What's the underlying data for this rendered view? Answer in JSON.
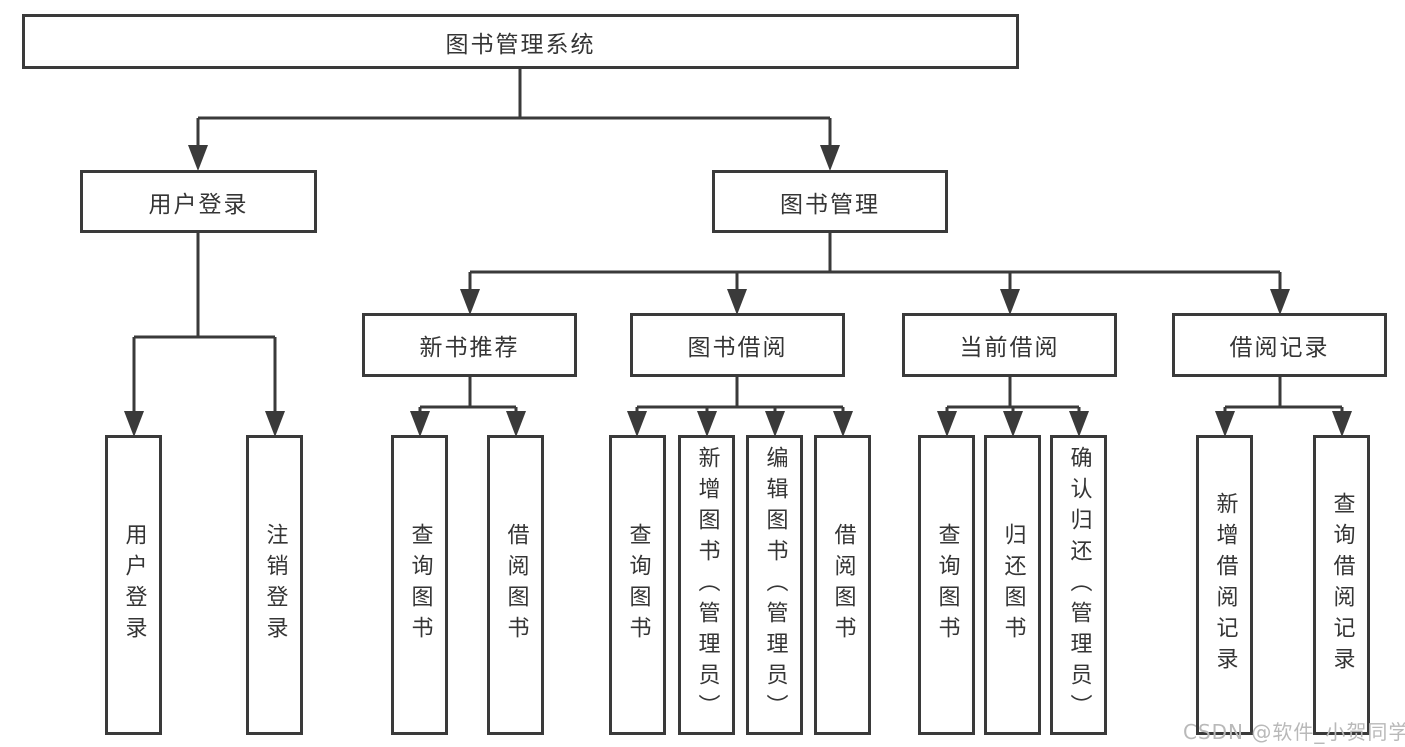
{
  "tree": {
    "label": "图书管理系统",
    "children": [
      {
        "label": "用户登录",
        "children": [
          {
            "label": "用户登录"
          },
          {
            "label": "注销登录"
          }
        ]
      },
      {
        "label": "图书管理",
        "children": [
          {
            "label": "新书推荐",
            "children": [
              {
                "label": "查询图书"
              },
              {
                "label": "借阅图书"
              }
            ]
          },
          {
            "label": "图书借阅",
            "children": [
              {
                "label": "查询图书"
              },
              {
                "label": "新增图书（管理员）"
              },
              {
                "label": "编辑图书（管理员）"
              },
              {
                "label": "借阅图书"
              }
            ]
          },
          {
            "label": "当前借阅",
            "children": [
              {
                "label": "查询图书"
              },
              {
                "label": "归还图书"
              },
              {
                "label": "确认归还（管理员）"
              }
            ]
          },
          {
            "label": "借阅记录",
            "children": [
              {
                "label": "新增借阅记录"
              },
              {
                "label": "查询借阅记录"
              }
            ]
          }
        ]
      }
    ]
  },
  "watermark": {
    "text": "CSDN @软件_小贺同学"
  },
  "colors": {
    "line": "#3a3a3a",
    "text": "#353535",
    "background": "#ffffff",
    "watermark": "#b9b9b9"
  }
}
